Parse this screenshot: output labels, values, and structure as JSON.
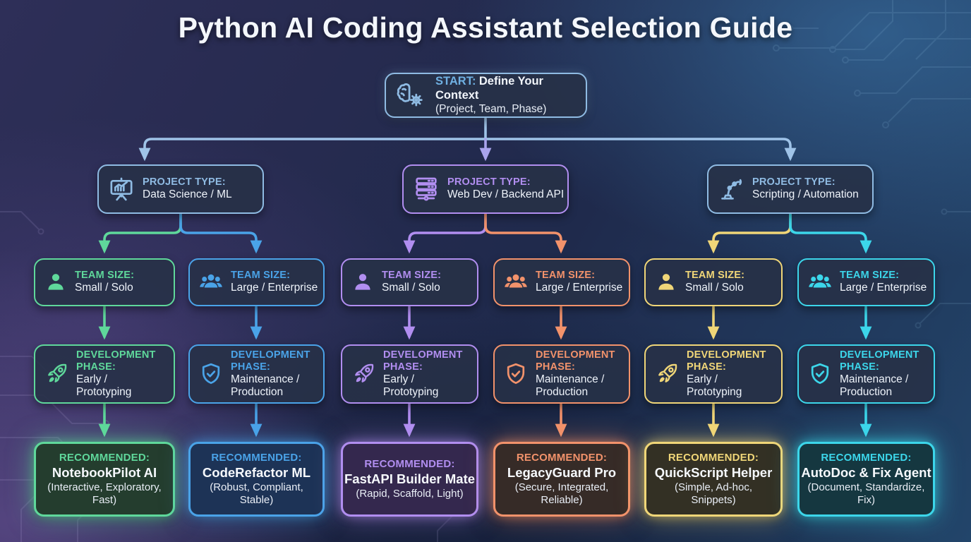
{
  "title": "Python AI Coding Assistant Selection Guide",
  "colors": {
    "steel": "#8fbbe3",
    "lavender": "#a9a4ec",
    "green": "#5fd89b",
    "blue": "#4aa3e8",
    "purple": "#b18ef0",
    "orange": "#f2926b",
    "yellow": "#f0d678",
    "cyan": "#3cd6ea"
  },
  "start": {
    "prefix": "START:",
    "title": "Define Your Context",
    "subtitle": "(Project, Team, Phase)",
    "icon": "brain-gear-icon",
    "accent": "#8fbbe3"
  },
  "project_types": [
    {
      "label": "PROJECT TYPE:",
      "value": "Data Science / ML",
      "icon": "presentation-chart-icon",
      "accent": "#8fbbe3"
    },
    {
      "label": "PROJECT TYPE:",
      "value": "Web Dev / Backend API",
      "icon": "server-stack-icon",
      "accent": "#b18ef0"
    },
    {
      "label": "PROJECT TYPE:",
      "value": "Scripting / Automation",
      "icon": "robot-arm-icon",
      "accent": "#8fbbe3"
    }
  ],
  "team_sizes": [
    {
      "label": "TEAM SIZE:",
      "value": "Small / Solo",
      "icon": "person-icon",
      "accent": "#5fd89b"
    },
    {
      "label": "TEAM SIZE:",
      "value": "Large / Enterprise",
      "icon": "people-icon",
      "accent": "#4aa3e8"
    },
    {
      "label": "TEAM SIZE:",
      "value": "Small / Solo",
      "icon": "person-icon",
      "accent": "#b18ef0"
    },
    {
      "label": "TEAM SIZE:",
      "value": "Large / Enterprise",
      "icon": "people-icon",
      "accent": "#f2926b"
    },
    {
      "label": "TEAM SIZE:",
      "value": "Small / Solo",
      "icon": "person-icon",
      "accent": "#f0d678"
    },
    {
      "label": "TEAM SIZE:",
      "value": "Large / Enterprise",
      "icon": "people-icon",
      "accent": "#3cd6ea"
    }
  ],
  "dev_phases": [
    {
      "label": "DEVELOPMENT PHASE:",
      "value": "Early / Prototyping",
      "icon": "rocket-icon",
      "accent": "#5fd89b"
    },
    {
      "label": "DEVELOPMENT PHASE:",
      "value": "Maintenance / Production",
      "icon": "shield-check-icon",
      "accent": "#4aa3e8"
    },
    {
      "label": "DEVELOPMENT PHASE:",
      "value": "Early / Prototyping",
      "icon": "rocket-icon",
      "accent": "#b18ef0"
    },
    {
      "label": "DEVELOPMENT PHASE:",
      "value": "Maintenance / Production",
      "icon": "shield-check-icon",
      "accent": "#f2926b"
    },
    {
      "label": "DEVELOPMENT PHASE:",
      "value": "Early / Prototyping",
      "icon": "rocket-icon",
      "accent": "#f0d678"
    },
    {
      "label": "DEVELOPMENT PHASE:",
      "value": "Maintenance / Production",
      "icon": "shield-check-icon",
      "accent": "#3cd6ea"
    }
  ],
  "recommendations": [
    {
      "label": "RECOMMENDED:",
      "name": "NotebookPilot AI",
      "detail": "(Interactive, Exploratory, Fast)",
      "accent": "#5fd89b",
      "bg": "#243d2e"
    },
    {
      "label": "RECOMMENDED:",
      "name": "CodeRefactor ML",
      "detail": "(Robust, Compliant, Stable)",
      "accent": "#4aa3e8",
      "bg": "#1d3356"
    },
    {
      "label": "RECOMMENDED:",
      "name": "FastAPI Builder Mate",
      "detail": "(Rapid, Scaffold, Light)",
      "accent": "#b18ef0",
      "bg": "#34284e"
    },
    {
      "label": "RECOMMENDED:",
      "name": "LegacyGuard Pro",
      "detail": "(Secure, Integrated, Reliable)",
      "accent": "#f2926b",
      "bg": "#362b27"
    },
    {
      "label": "RECOMMENDED:",
      "name": "QuickScript Helper",
      "detail": "(Simple, Ad-hoc, Snippets)",
      "accent": "#f0d678",
      "bg": "#333024"
    },
    {
      "label": "RECOMMENDED:",
      "name": "AutoDoc & Fix Agent",
      "detail": "(Document, Standardize, Fix)",
      "accent": "#3cd6ea",
      "bg": "#153740"
    }
  ]
}
